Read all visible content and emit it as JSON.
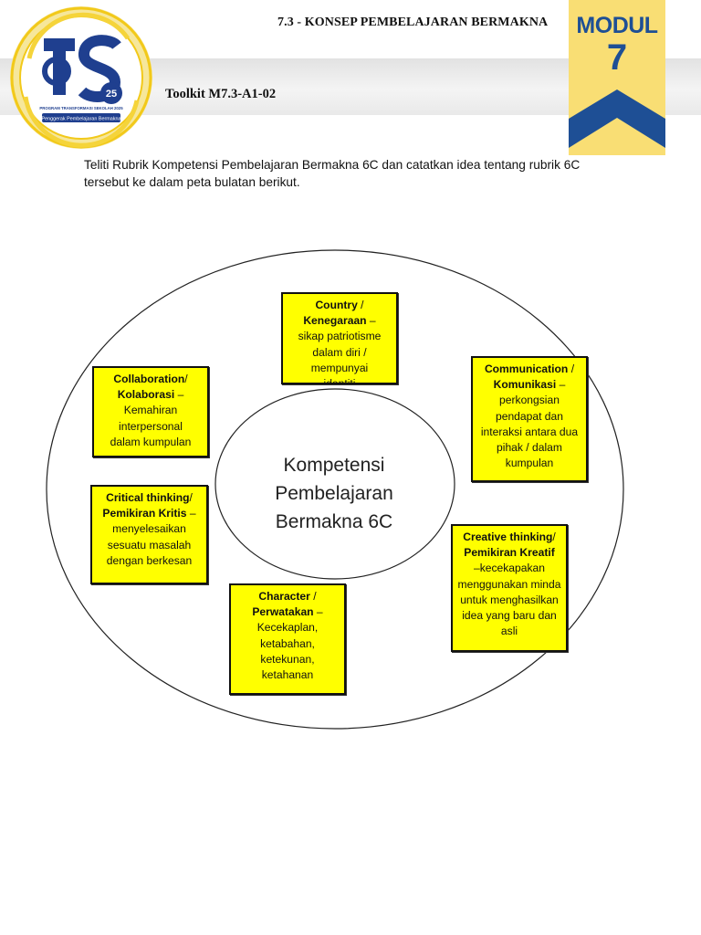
{
  "header": {
    "title": "7.3 - KONSEP PEMBELAJARAN BERMAKNA",
    "toolkit": "Toolkit M7.3-A1-02"
  },
  "logo": {
    "icon": "ts25-logo",
    "text_program": "PROGRAM TRANSFORMASI SEKOLAH 2025",
    "text_motto": "Penggerak Pembelajaran Bermakna",
    "numeral": "25"
  },
  "badge": {
    "word": "MODUL",
    "number": "7",
    "icon": "chevron-up-icon",
    "colors": {
      "background": "#f9de74",
      "foreground": "#1e4f95"
    }
  },
  "instruction": "Teliti Rubrik Kompetensi Pembelajaran Bermakna 6C dan catatkan idea tentang rubrik 6C tersebut ke dalam peta bulatan berikut.",
  "circle_map": {
    "center": "Kompetensi Pembelajaran Bermakna 6C",
    "box_color": "#ffff00",
    "boxes": [
      {
        "id": "country",
        "title": "Country",
        "sep": " / ",
        "title_ms": "Kenegaraan",
        "dash": " – ",
        "desc": "sikap patriotisme dalam diri / mempunyai identiti"
      },
      {
        "id": "communication",
        "title": "Communication",
        "sep": " / ",
        "title_ms": "Komunikasi",
        "dash": " – ",
        "desc": "perkongsian pendapat dan interaksi antara dua pihak / dalam kumpulan"
      },
      {
        "id": "collaboration",
        "title": "Collaboration",
        "sep": "/ ",
        "title_ms": "Kolaborasi",
        "dash": " – ",
        "desc": "Kemahiran interpersonal dalam kumpulan"
      },
      {
        "id": "critical",
        "title": "Critical thinking",
        "sep": "/ ",
        "title_ms": "Pemikiran Kritis",
        "dash": " – ",
        "desc": "menyelesaikan sesuatu masalah dengan berkesan"
      },
      {
        "id": "creative",
        "title": "Creative thinking",
        "sep": "/ ",
        "title_ms": "Pemikiran Kreatif",
        "dash": " –",
        "desc": "kecekapakan menggunakan minda untuk menghasilkan idea yang baru dan asli"
      },
      {
        "id": "character",
        "title": "Character",
        "sep": " / ",
        "title_ms": "Perwatakan",
        "dash": " – ",
        "desc": "Kecekaplan, ketabahan, ketekunan, ketahanan"
      }
    ]
  }
}
